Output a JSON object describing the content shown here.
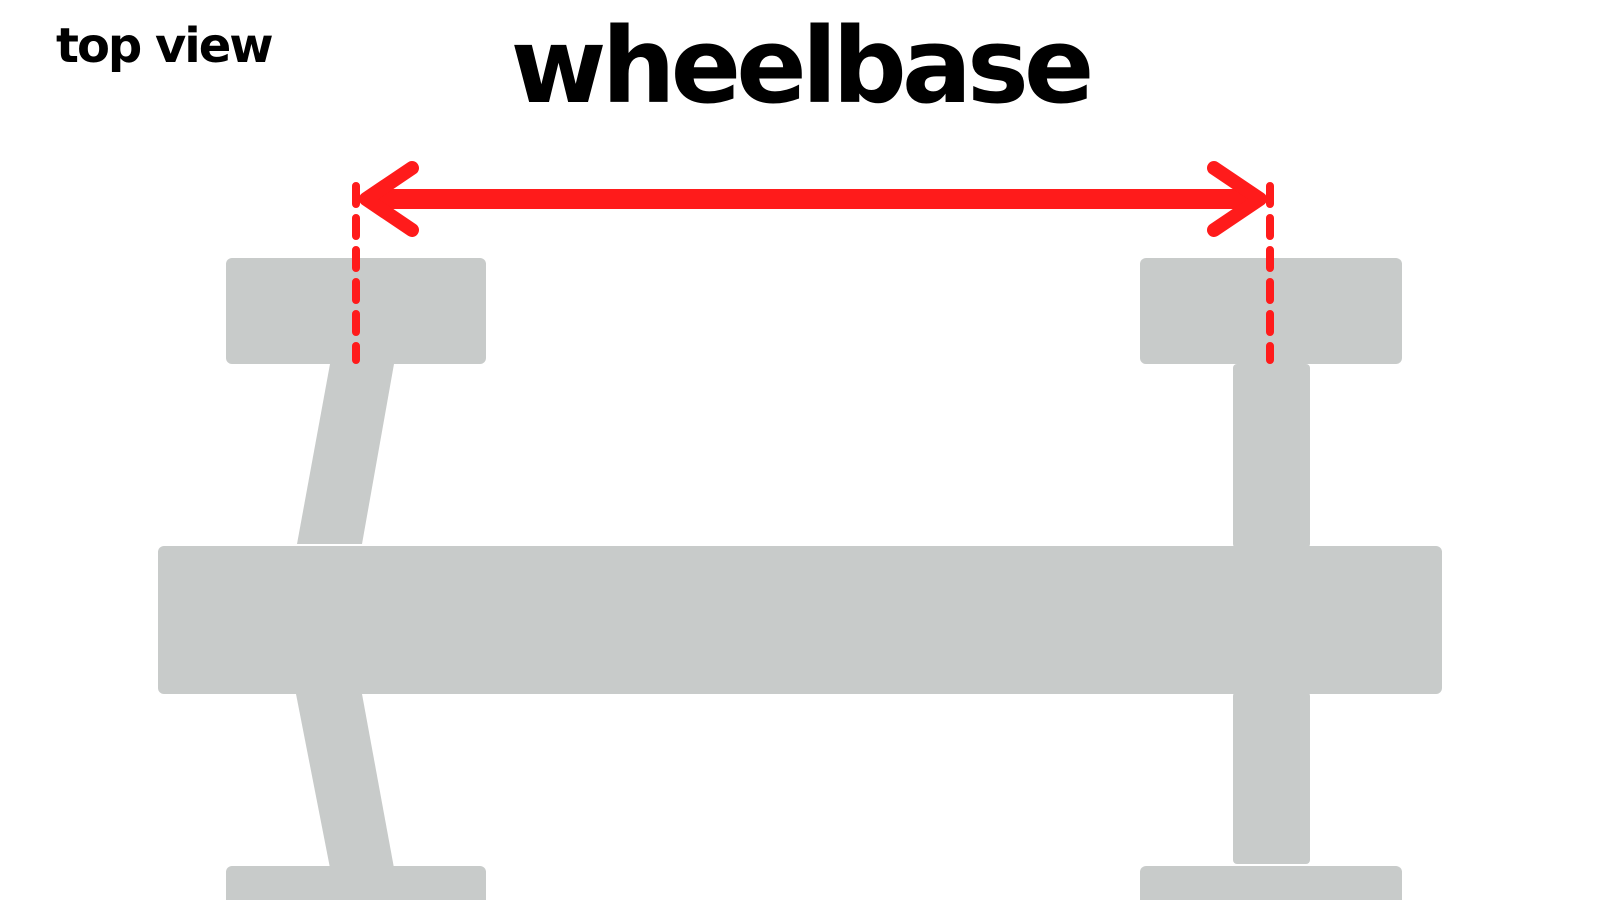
{
  "labels": {
    "view": "top view",
    "title": "wheelbase"
  },
  "colors": {
    "chassis": "#c8cbca",
    "measurement": "#ff1b1b",
    "text": "#000000",
    "background": "#ffffff"
  },
  "diagram": {
    "subject": "vehicle chassis, top view",
    "measurement": "wheelbase dimension between front and rear axle centerlines",
    "icons": [
      "double-arrow-icon",
      "dashed-guide-line"
    ]
  }
}
